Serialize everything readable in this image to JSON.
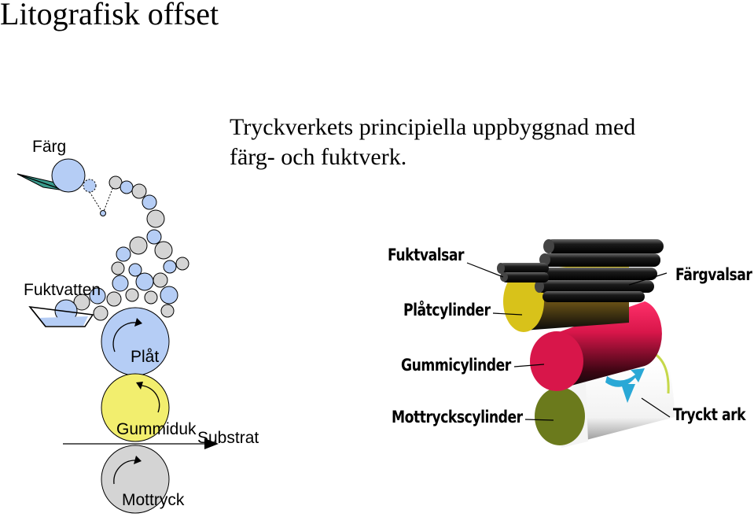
{
  "title": "Litografisk offset",
  "subtitle": {
    "line1": "Tryckverkets principiella uppbyggnad med",
    "line2": "färg- och fuktverk."
  },
  "schematic": {
    "ink_label": "Färg",
    "dampening_label": "Fuktvatten",
    "plate_label": "Plåt",
    "blanket_label": "Gummiduk",
    "substrate_label": "Substrat",
    "impression_label": "Mottryck"
  },
  "illustration": {
    "dampening_rollers": "Fuktvalsar",
    "ink_rollers": "Färgvalsar",
    "plate_cylinder": "Plåtcylinder",
    "blanket_cylinder": "Gummicylinder",
    "impression_cylinder": "Mottryckscylinder",
    "printed_sheet": "Tryckt ark"
  },
  "colors": {
    "roller_blue": "#b5cdf5",
    "roller_gray": "#d4d4d4",
    "blanket_yellow": "#f2ee6e",
    "plate_yellow": "#d8c21a",
    "blanket_red": "#d8164a",
    "impression_green": "#6b7a1c",
    "sheet_arrow": "#2aa8d6",
    "ink_tray": "#3a9a8c"
  }
}
